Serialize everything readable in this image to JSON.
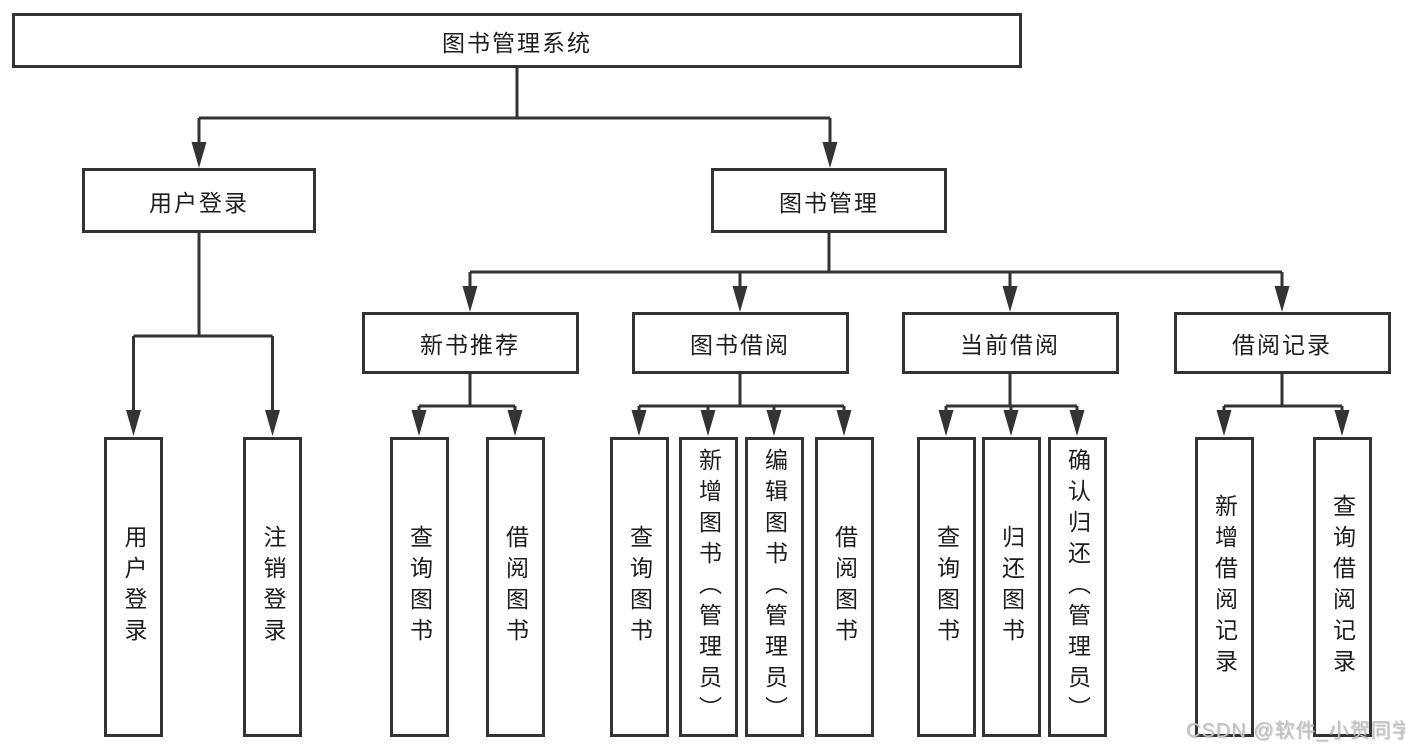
{
  "colors": {
    "line": "#333333",
    "box_border": "#333333",
    "box_background": "#ffffff",
    "label_text": "#1d1d1d",
    "watermark_text": "#c2c2c2"
  },
  "watermark": {
    "text": "CSDN @软件_小贺同学"
  },
  "tree": {
    "root": {
      "label": "图书管理系统"
    },
    "children": [
      {
        "label": "用户登录",
        "children": [
          {
            "label": "用户登录"
          },
          {
            "label": "注销登录"
          }
        ]
      },
      {
        "label": "图书管理",
        "children": [
          {
            "label": "新书推荐",
            "children": [
              {
                "label": "查询图书"
              },
              {
                "label": "借阅图书"
              }
            ]
          },
          {
            "label": "图书借阅",
            "children": [
              {
                "label": "查询图书"
              },
              {
                "label": "新增图书（管理员）"
              },
              {
                "label": "编辑图书（管理员）"
              },
              {
                "label": "借阅图书"
              }
            ]
          },
          {
            "label": "当前借阅",
            "children": [
              {
                "label": "查询图书"
              },
              {
                "label": "归还图书"
              },
              {
                "label": "确认归还（管理员）"
              }
            ]
          },
          {
            "label": "借阅记录",
            "children": [
              {
                "label": "新增借阅记录"
              },
              {
                "label": "查询借阅记录"
              }
            ]
          }
        ]
      }
    ]
  }
}
